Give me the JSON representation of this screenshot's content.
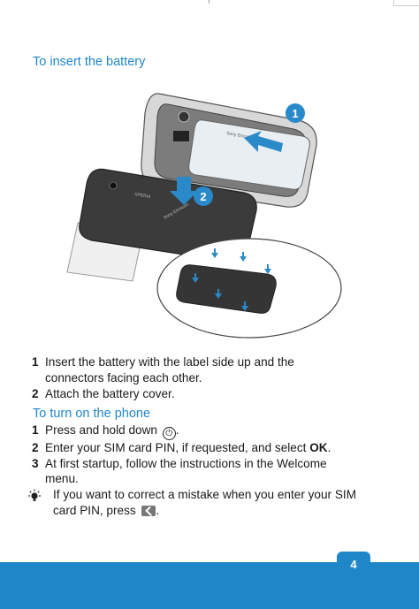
{
  "section1": {
    "title": "To insert the battery",
    "steps": [
      {
        "number": "1",
        "text": "Insert the battery with the label side up and the connectors facing each other."
      },
      {
        "number": "2",
        "text": "Attach the battery cover."
      }
    ],
    "callouts": [
      "1",
      "2"
    ],
    "device_text": [
      "Sony Ericsson",
      "XPERIA",
      "Sony Ericsson"
    ]
  },
  "section2": {
    "title": "To turn on the phone",
    "steps": [
      {
        "number": "1",
        "text_before": "Press and hold down",
        "icon_glyph": "⏻",
        "text_after": "."
      },
      {
        "number": "2",
        "text_before": "Enter your SIM card PIN, if requested, and select",
        "bold": "OK",
        "text_after": "."
      },
      {
        "number": "3",
        "text": "At first startup, follow the instructions in the Welcome menu."
      }
    ]
  },
  "tip": {
    "icon": "lightbulb-icon",
    "text_before": "If you want to correct a mistake when you enter your SIM card PIN, press",
    "key_icon": "back-key-icon",
    "text_after": "."
  },
  "footer": {
    "page_number": "4",
    "color": "#1f87c8"
  }
}
